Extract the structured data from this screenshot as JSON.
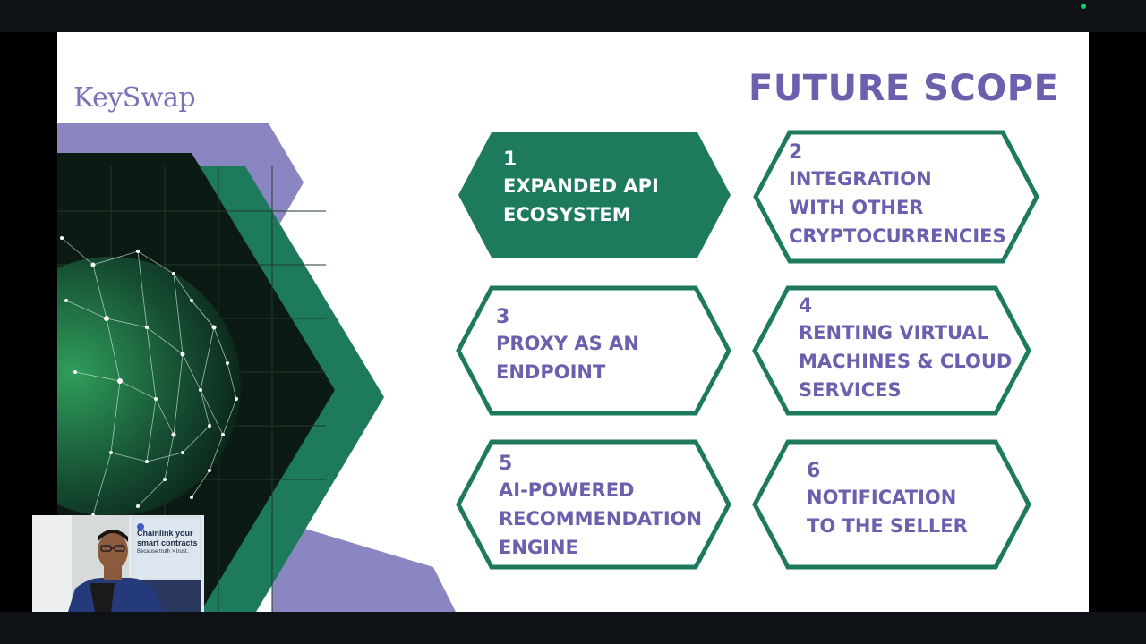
{
  "slide": {
    "logo": "KeySwap",
    "title": "FUTURE SCOPE",
    "cards": [
      {
        "number": "1",
        "lines": [
          "EXPANDED API",
          "ECOSYSTEM"
        ]
      },
      {
        "number": "2",
        "lines": [
          "INTEGRATION",
          "WITH OTHER",
          "CRYPTOCURRENCIES"
        ]
      },
      {
        "number": "3",
        "lines": [
          "PROXY AS AN",
          "ENDPOINT"
        ]
      },
      {
        "number": "4",
        "lines": [
          "RENTING VIRTUAL",
          "MACHINES & CLOUD",
          "SERVICES"
        ]
      },
      {
        "number": "5",
        "lines": [
          "AI-POWERED",
          "RECOMMENDATION",
          "ENGINE"
        ]
      },
      {
        "number": "6",
        "lines": [
          "NOTIFICATION",
          "TO THE SELLER"
        ]
      }
    ]
  },
  "webcam": {
    "poster_lines": [
      "Chainlink your",
      "smart contracts",
      "Because truth > trust."
    ]
  },
  "colors": {
    "green": "#1d7a5c",
    "purple_text": "#6a60ad",
    "lavender": "#8a86c2",
    "status": "#1ec96b"
  }
}
